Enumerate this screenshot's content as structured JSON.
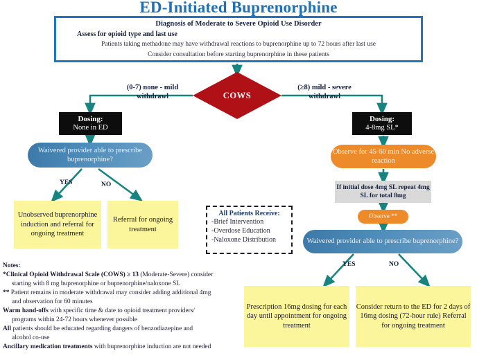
{
  "title": "ED-Initiated Buprenorphine",
  "colors": {
    "title_blue": "#1f6fb4",
    "header_border": "#1f76bd",
    "diamond_red": "#b01116",
    "pill_blue": "#4e8cba",
    "orange": "#ed8b2b",
    "yellow": "#fbf59b",
    "gray": "#d9d9d9",
    "black": "#0d0d0d",
    "arrow_teal": "#17847f"
  },
  "header": {
    "line1": "Diagnosis of Moderate to Severe Opioid Use Disorder",
    "line2": "Assess for opioid type and last use",
    "line3": "Patients taking methadone may have withdrawal reactions to buprenorphine up to 72 hours after last use",
    "line4": "Consider consultation before starting buprenorphine in these patients"
  },
  "decision": {
    "label": "COWS",
    "left_branch": "(0-7) none - mild withdrawl",
    "right_branch": "(≥8) mild - severe withdrawl"
  },
  "left": {
    "dosing_title": "Dosing:",
    "dosing_value": "None in ED",
    "waivered_question": "Waivered provider able to prescribe buprenorphine?",
    "yes_label": "YES",
    "no_label": "NO",
    "yes_outcome": "Unobserved buprenorphine induction and referral for ongoing treatment",
    "no_outcome": "Referral for ongoing treatment"
  },
  "right": {
    "dosing_title": "Dosing:",
    "dosing_value": "4-8mg SL*",
    "observe_big": "Observe for 45-60 min No adverse reaction",
    "repeat_dose": "If initial dose 4mg SL repeat 4mg SL for total 8mg",
    "observe_small": "Observe **",
    "waivered_question": "Waivered provider able to prescribe buprenorphine?",
    "yes_label": "YES",
    "no_label": "NO",
    "yes_outcome": "Prescription 16mg dosing for each day until appointment for ongoing treatment",
    "no_outcome": "Consider return to the ED for 2 days of 16mg dosing (72-hour rule) Referral for ongoing treatment"
  },
  "all_patients": {
    "title": "All Patients Receive:",
    "items": [
      "-Brief Intervention",
      "-Overdose Education",
      "-Naloxone Distribution"
    ]
  },
  "notes": {
    "heading": "Notes:",
    "n1_bold": "*Clinical Opioid Withdrawal Scale (COWS) ≥ 13",
    "n1_rest": " (Moderate-Severe) consider",
    "n1_cont": "starting with 8 mg buprenorphine or buprenorphine/naloxone SL",
    "n2_bold": "**",
    "n2_rest": " Patient remains in moderate withdrawal may consider adding additional 4mg",
    "n2_cont": "and observation for 60 minutes",
    "n3_bold": "Warm hand-offs",
    "n3_rest": " with specific time & date to opioid treatment providers/",
    "n3_cont": "programs within 24-72 hours whenever possible",
    "n4_bold": "All",
    "n4_rest": " patients should be educated regarding dangers of benzodiazepine and",
    "n4_cont": "alcohol co-use",
    "n5_bold": "Ancillary medication treatments",
    "n5_rest": " with buprenorphine induction are not needed"
  }
}
